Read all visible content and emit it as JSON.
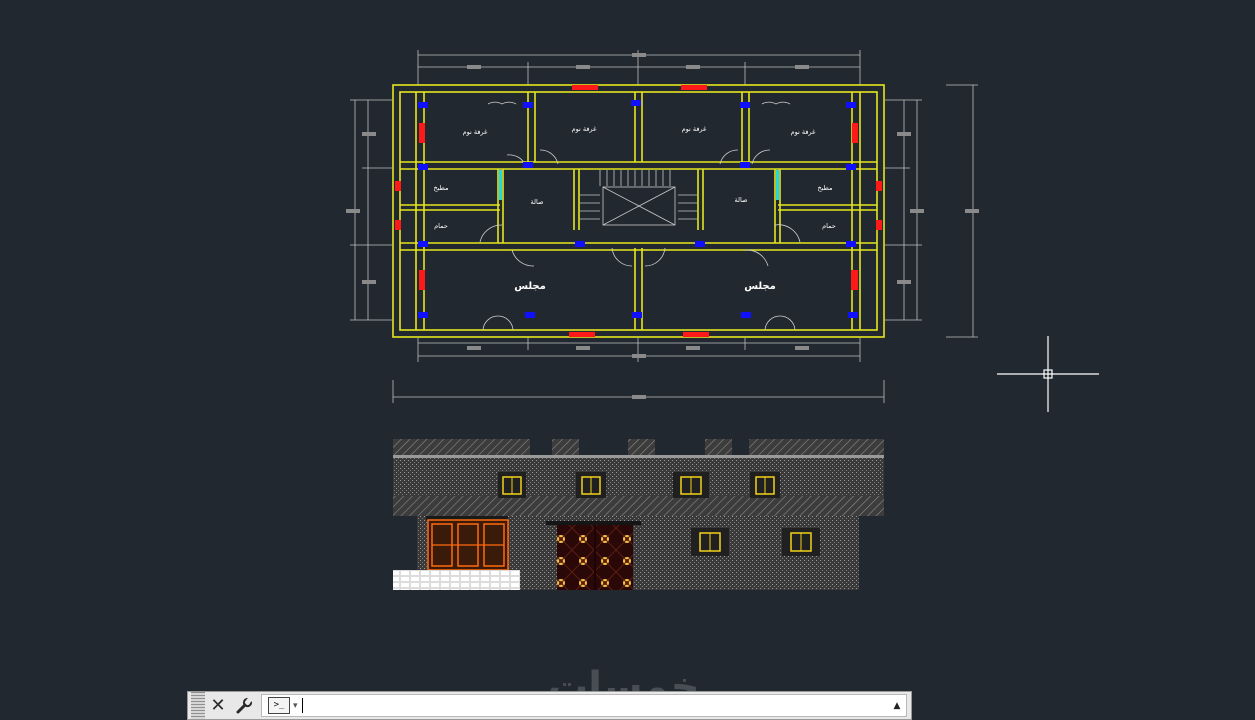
{
  "plan": {
    "rooms": [
      {
        "id": "bed-1",
        "label": "غرفة نوم"
      },
      {
        "id": "bed-2",
        "label": "غرفة نوم"
      },
      {
        "id": "bed-3",
        "label": "غرفة نوم"
      },
      {
        "id": "bed-4",
        "label": "غرفة نوم"
      },
      {
        "id": "kitchen-left",
        "label": "مطبخ"
      },
      {
        "id": "bath-left",
        "label": "حمام"
      },
      {
        "id": "hall-left",
        "label": "صالة"
      },
      {
        "id": "hall-right",
        "label": "صالة"
      },
      {
        "id": "kitchen-right",
        "label": "مطبخ"
      },
      {
        "id": "bath-right",
        "label": "حمام"
      },
      {
        "id": "majlis-left",
        "label": "مجلس"
      },
      {
        "id": "majlis-right",
        "label": "مجلس"
      }
    ]
  },
  "watermark": {
    "text": "خمسات"
  },
  "command_line": {
    "close_symbol": "✕",
    "prompt_symbol": ">_",
    "prompt_arrow": "▾",
    "input_value": "",
    "history_arrow": "▲"
  },
  "colors": {
    "background": "#212830",
    "wall": "#e6e61e",
    "dimension": "#c0c0c0",
    "column": "#1010ff",
    "window": "#ff1a1a",
    "glass": "#22d8e8",
    "crosshair": "#ffffff",
    "facade_hatch": "#7a7a7a",
    "door_orange": "#ff6a10",
    "main_door": "#2a0808"
  },
  "icons": [
    "grip-icon",
    "close-icon",
    "customize-wrench-icon",
    "command-prompt-icon",
    "chevron-up-icon",
    "crosshair-cursor-icon"
  ]
}
